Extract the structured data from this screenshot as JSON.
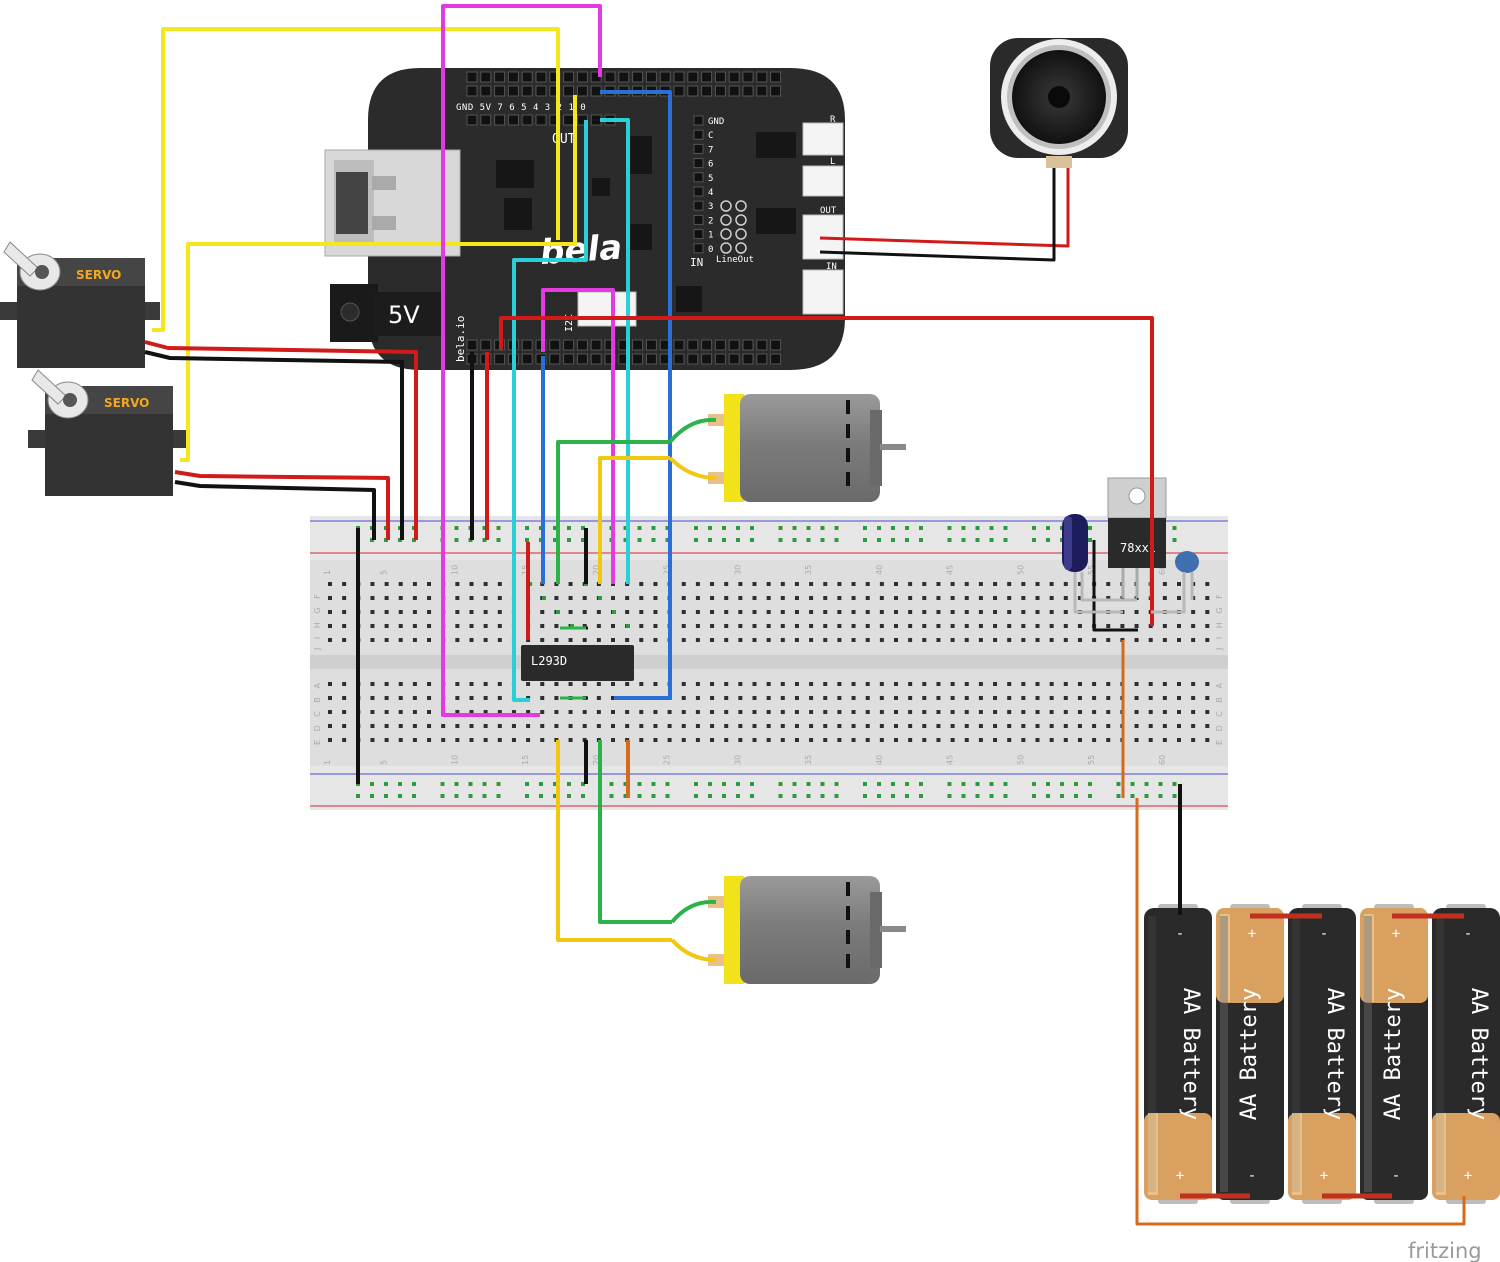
{
  "board": {
    "logo": "bela",
    "site": "bela.io",
    "power_label": "5V",
    "top_header_labels": "GND 5V 7 6 5 4 3 2 1 0",
    "out_label": "OUT",
    "right_pins": [
      "GND",
      "C",
      "7",
      "6",
      "5",
      "4",
      "3",
      "2",
      "1",
      "0"
    ],
    "in_label": "IN",
    "lineout_label": "LineOut",
    "i2c_label": "I2C",
    "jack_labels": [
      "R",
      "L",
      "OUT",
      "IN"
    ]
  },
  "servos": [
    {
      "label": "SERVO"
    },
    {
      "label": "SERVO"
    }
  ],
  "ic": {
    "label": "L293D"
  },
  "regulator": {
    "label": "78xxl"
  },
  "batteries": [
    {
      "label": "AA Battery",
      "polarity_top": "-",
      "polarity_bottom": "+"
    },
    {
      "label": "AA Battery",
      "polarity_top": "+",
      "polarity_bottom": "-"
    },
    {
      "label": "AA Battery",
      "polarity_top": "-",
      "polarity_bottom": "+"
    },
    {
      "label": "AA Battery",
      "polarity_top": "+",
      "polarity_bottom": "-"
    },
    {
      "label": "AA Battery",
      "polarity_top": "-",
      "polarity_bottom": "+"
    }
  ],
  "breadboard": {
    "column_numbers": [
      "1",
      "5",
      "10",
      "15",
      "20",
      "25",
      "30",
      "35",
      "40",
      "45",
      "50",
      "55",
      "60"
    ],
    "row_letters_top": "J I H G F",
    "row_letters_bottom": "E D C B A"
  },
  "watermark": "fritzing",
  "colors": {
    "board": "#2b2b2b",
    "wire_yellow": "#f5e61f",
    "wire_magenta": "#e23be0",
    "wire_cyan": "#2ad0d8",
    "wire_blue": "#2a6fd6",
    "wire_red": "#d11a1a",
    "wire_black": "#111111",
    "wire_green": "#2bb34a",
    "wire_orange": "#d46a1a",
    "wire_gold": "#f2c70f",
    "motor_cap": "#f2e21a"
  }
}
